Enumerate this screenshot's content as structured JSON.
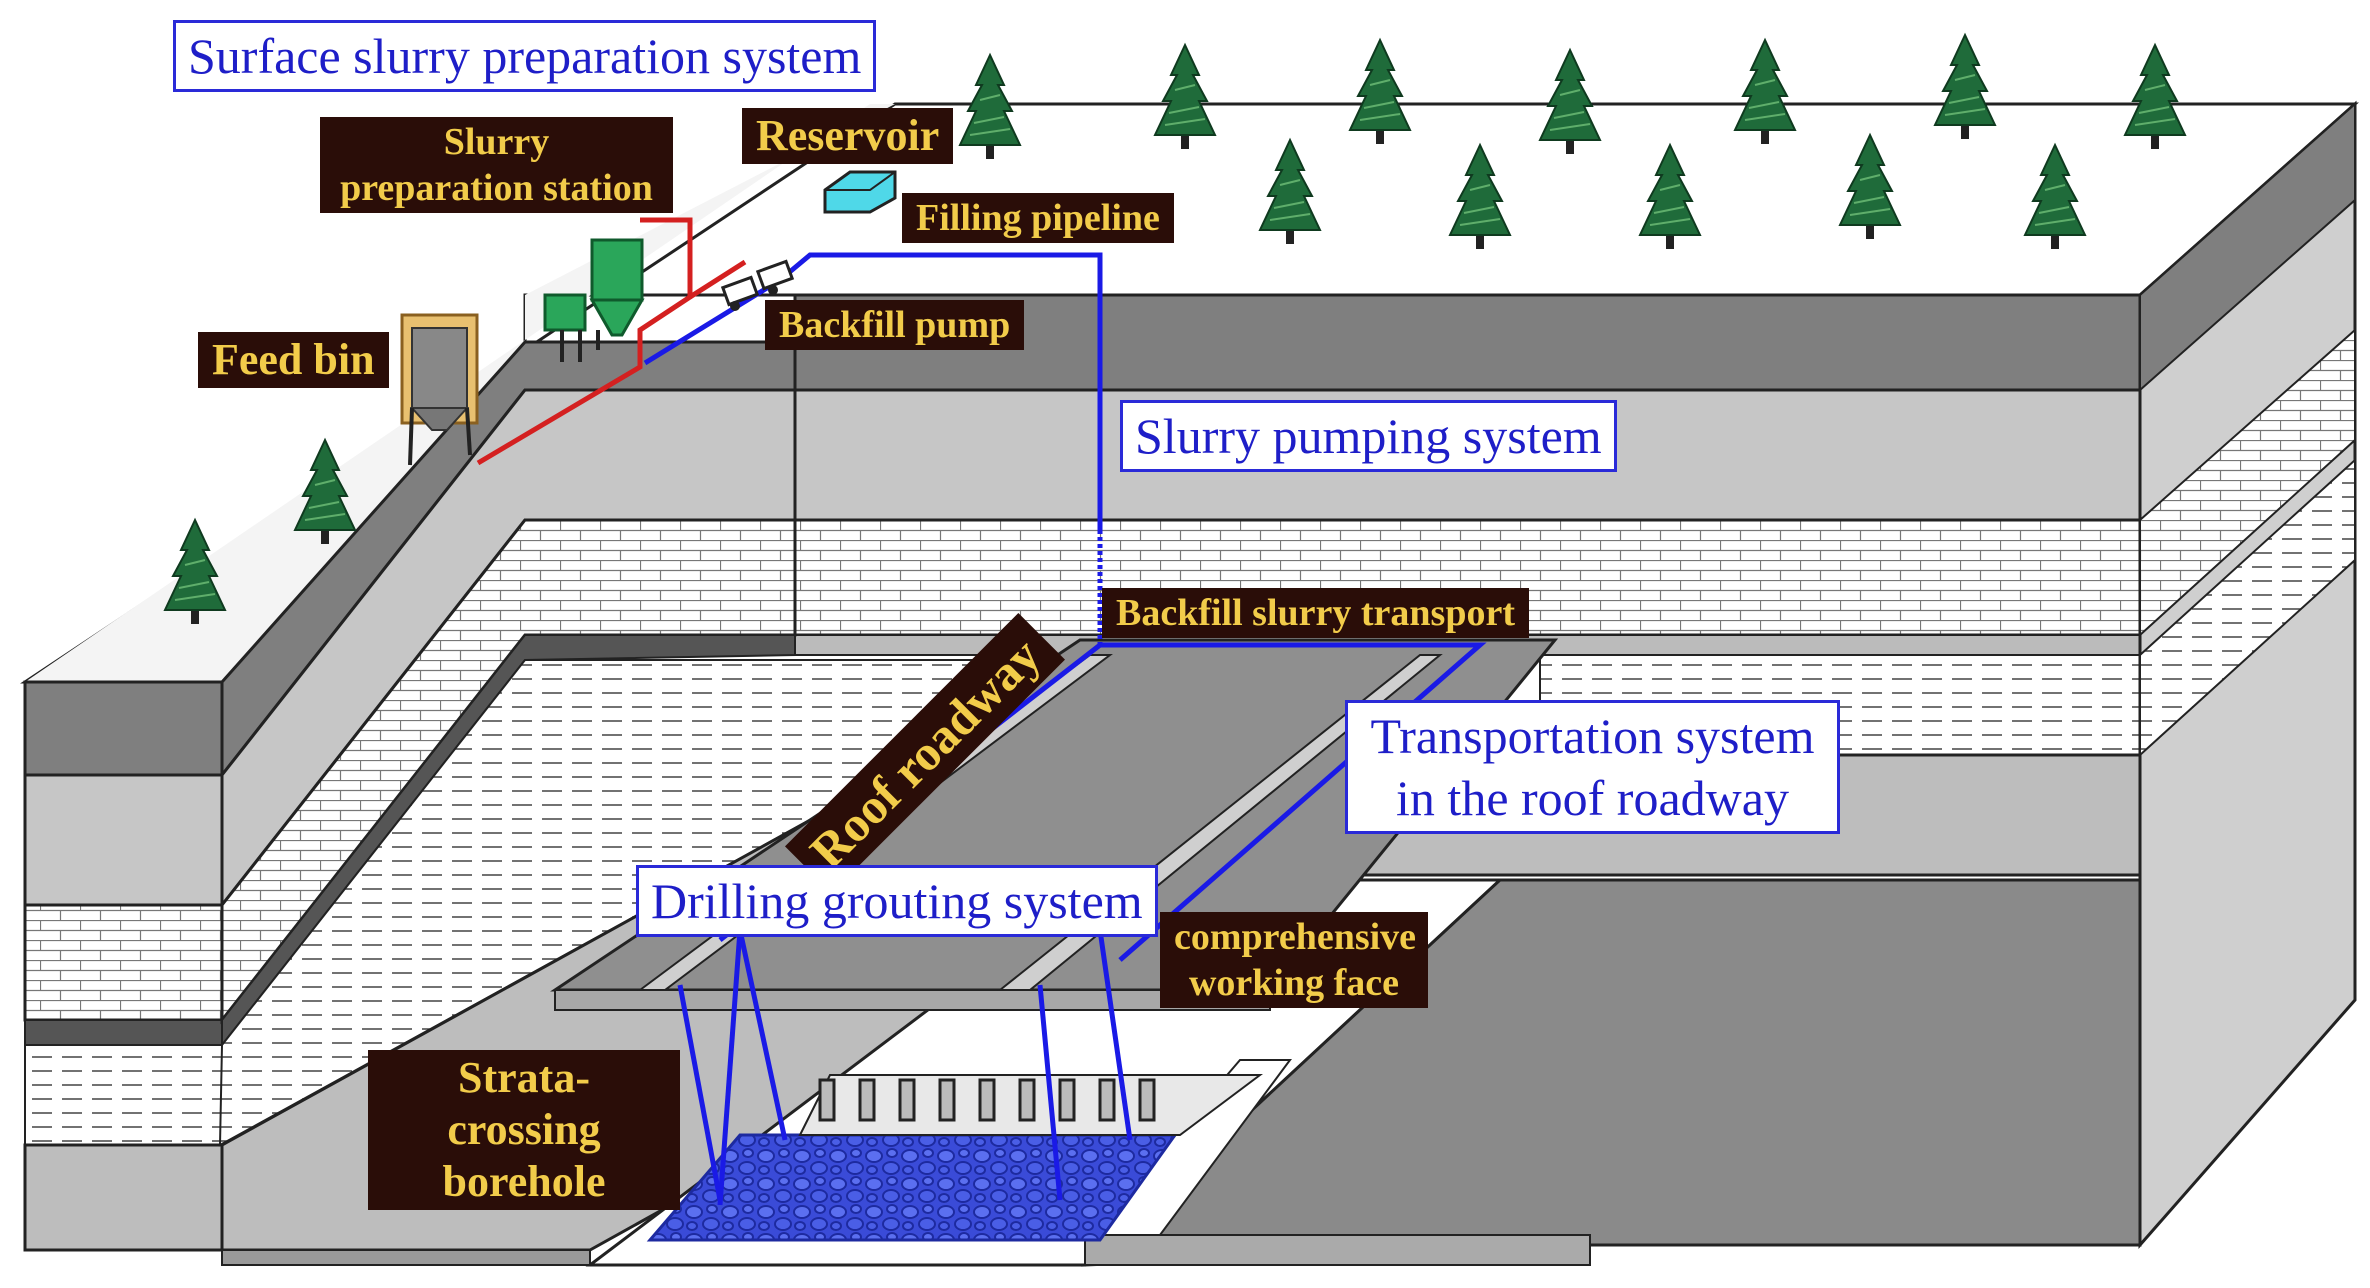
{
  "labels": {
    "surface_system": "Surface slurry preparation system",
    "slurry_station_line1": "Slurry",
    "slurry_station_line2": "preparation station",
    "reservoir": "Reservoir",
    "filling_pipeline": "Filling pipeline",
    "feed_bin": "Feed bin",
    "backfill_pump": "Backfill pump",
    "slurry_pumping_system": "Slurry pumping system",
    "backfill_slurry_transport": "Backfill slurry transport",
    "roof_roadway": "Roof roadway",
    "transport_line1": "Transportation system",
    "transport_line2": "in the roof roadway",
    "drilling_grouting": "Drilling grouting system",
    "working_face_line1": "comprehensive",
    "working_face_line2": "working face",
    "borehole_line1": "Strata-crossing",
    "borehole_line2": "borehole"
  },
  "colors": {
    "pipeline_blue": "#1a1ae6",
    "pipeline_red": "#d42020",
    "label_dark_bg": "#2a0d08",
    "label_dark_text": "#f2cc4a",
    "box_border": "#2a2ad8",
    "tree_green": "#1f6b3a"
  },
  "icons": [
    "tree-icon",
    "feed-bin-icon",
    "slurry-station-icon",
    "reservoir-icon",
    "backfill-pump-icon"
  ]
}
